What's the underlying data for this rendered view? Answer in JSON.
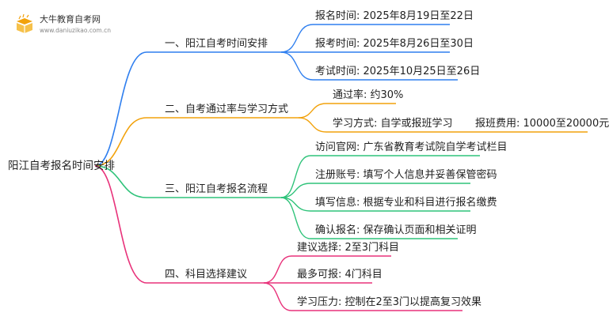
{
  "logo": {
    "name": "大牛教育自考网",
    "url": "www.daniuzikao.com.cn"
  },
  "colors": {
    "blue": "#2f7fef",
    "orange": "#f2a20c",
    "green": "#2fc37a",
    "pink": "#e8327a"
  },
  "root": "阳江自考报名时间安排",
  "branches": [
    {
      "label": "一、阳江自考时间安排",
      "items": [
        "报名时间: 2025年8月19日至22日",
        "报考时间: 2025年8月26日至30日",
        "考试时间: 2025年10月25日至26日"
      ]
    },
    {
      "label": "二、自考通过率与学习方式",
      "items": [
        "通过率: 约30%",
        "学习方式: 自学或报班学习"
      ],
      "sub": "报班费用: 10000至20000元"
    },
    {
      "label": "三、阳江自考报名流程",
      "items": [
        "访问官网: 广东省教育考试院自学考试栏目",
        "注册账号: 填写个人信息并妥善保管密码",
        "填写信息: 根据专业和科目进行报名缴费",
        "确认报名: 保存确认页面和相关证明"
      ]
    },
    {
      "label": "四、科目选择建议",
      "items": [
        "建议选择: 2至3门科目",
        "最多可报: 4门科目",
        "学习压力: 控制在2至3门以提高复习效果"
      ]
    }
  ]
}
